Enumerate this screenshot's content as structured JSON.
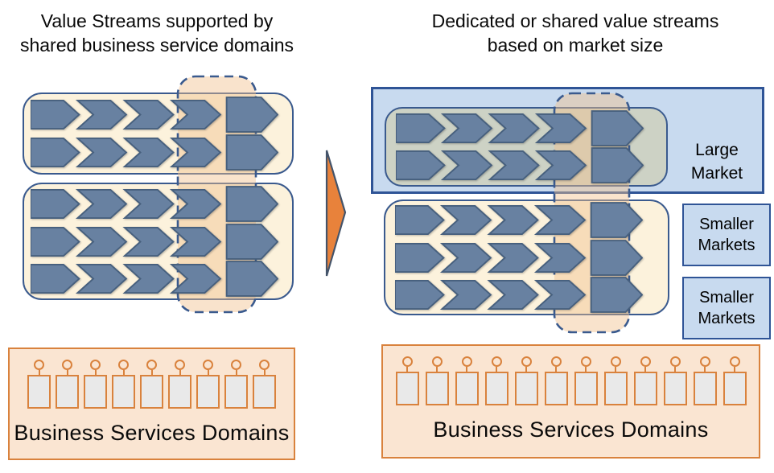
{
  "colors": {
    "navy": "#3a5a8e",
    "market_border": "#2f5496",
    "chevron_fill": "#6881a1",
    "chevron_stroke": "#47607e",
    "stream_box_fill": "#fcf2dc",
    "gray_box_fill": "#cdd2c5",
    "market_box_fill": "#c8daef",
    "overlay_fill": "rgba(242,193,141,0.45)",
    "arrow_fill": "#e8823b",
    "arrow_stroke": "#44546a",
    "domain_box_fill": "#fae5d2",
    "domain_box_border": "#d9823d",
    "domain_icon_fill": "#e9e9e9"
  },
  "left_panel": {
    "title_line1": "Value Streams supported by",
    "title_line2": "shared business service domains",
    "value_stream_groups": [
      {
        "rows": 2
      },
      {
        "rows": 3
      }
    ],
    "domain_box": {
      "label": "Business Services Domains",
      "icon_count": 9
    }
  },
  "right_panel": {
    "title_line1": "Dedicated or shared value streams",
    "title_line2": "based on market size",
    "large_market": {
      "label": "Large Market",
      "rows": 2
    },
    "smaller_markets": [
      {
        "label": "Smaller Markets"
      },
      {
        "label": "Smaller Markets"
      }
    ],
    "smaller_markets_rows": 3,
    "domain_box": {
      "label": "Business Services Domains",
      "icon_count": 12
    }
  },
  "chevrons_per_row": 4
}
